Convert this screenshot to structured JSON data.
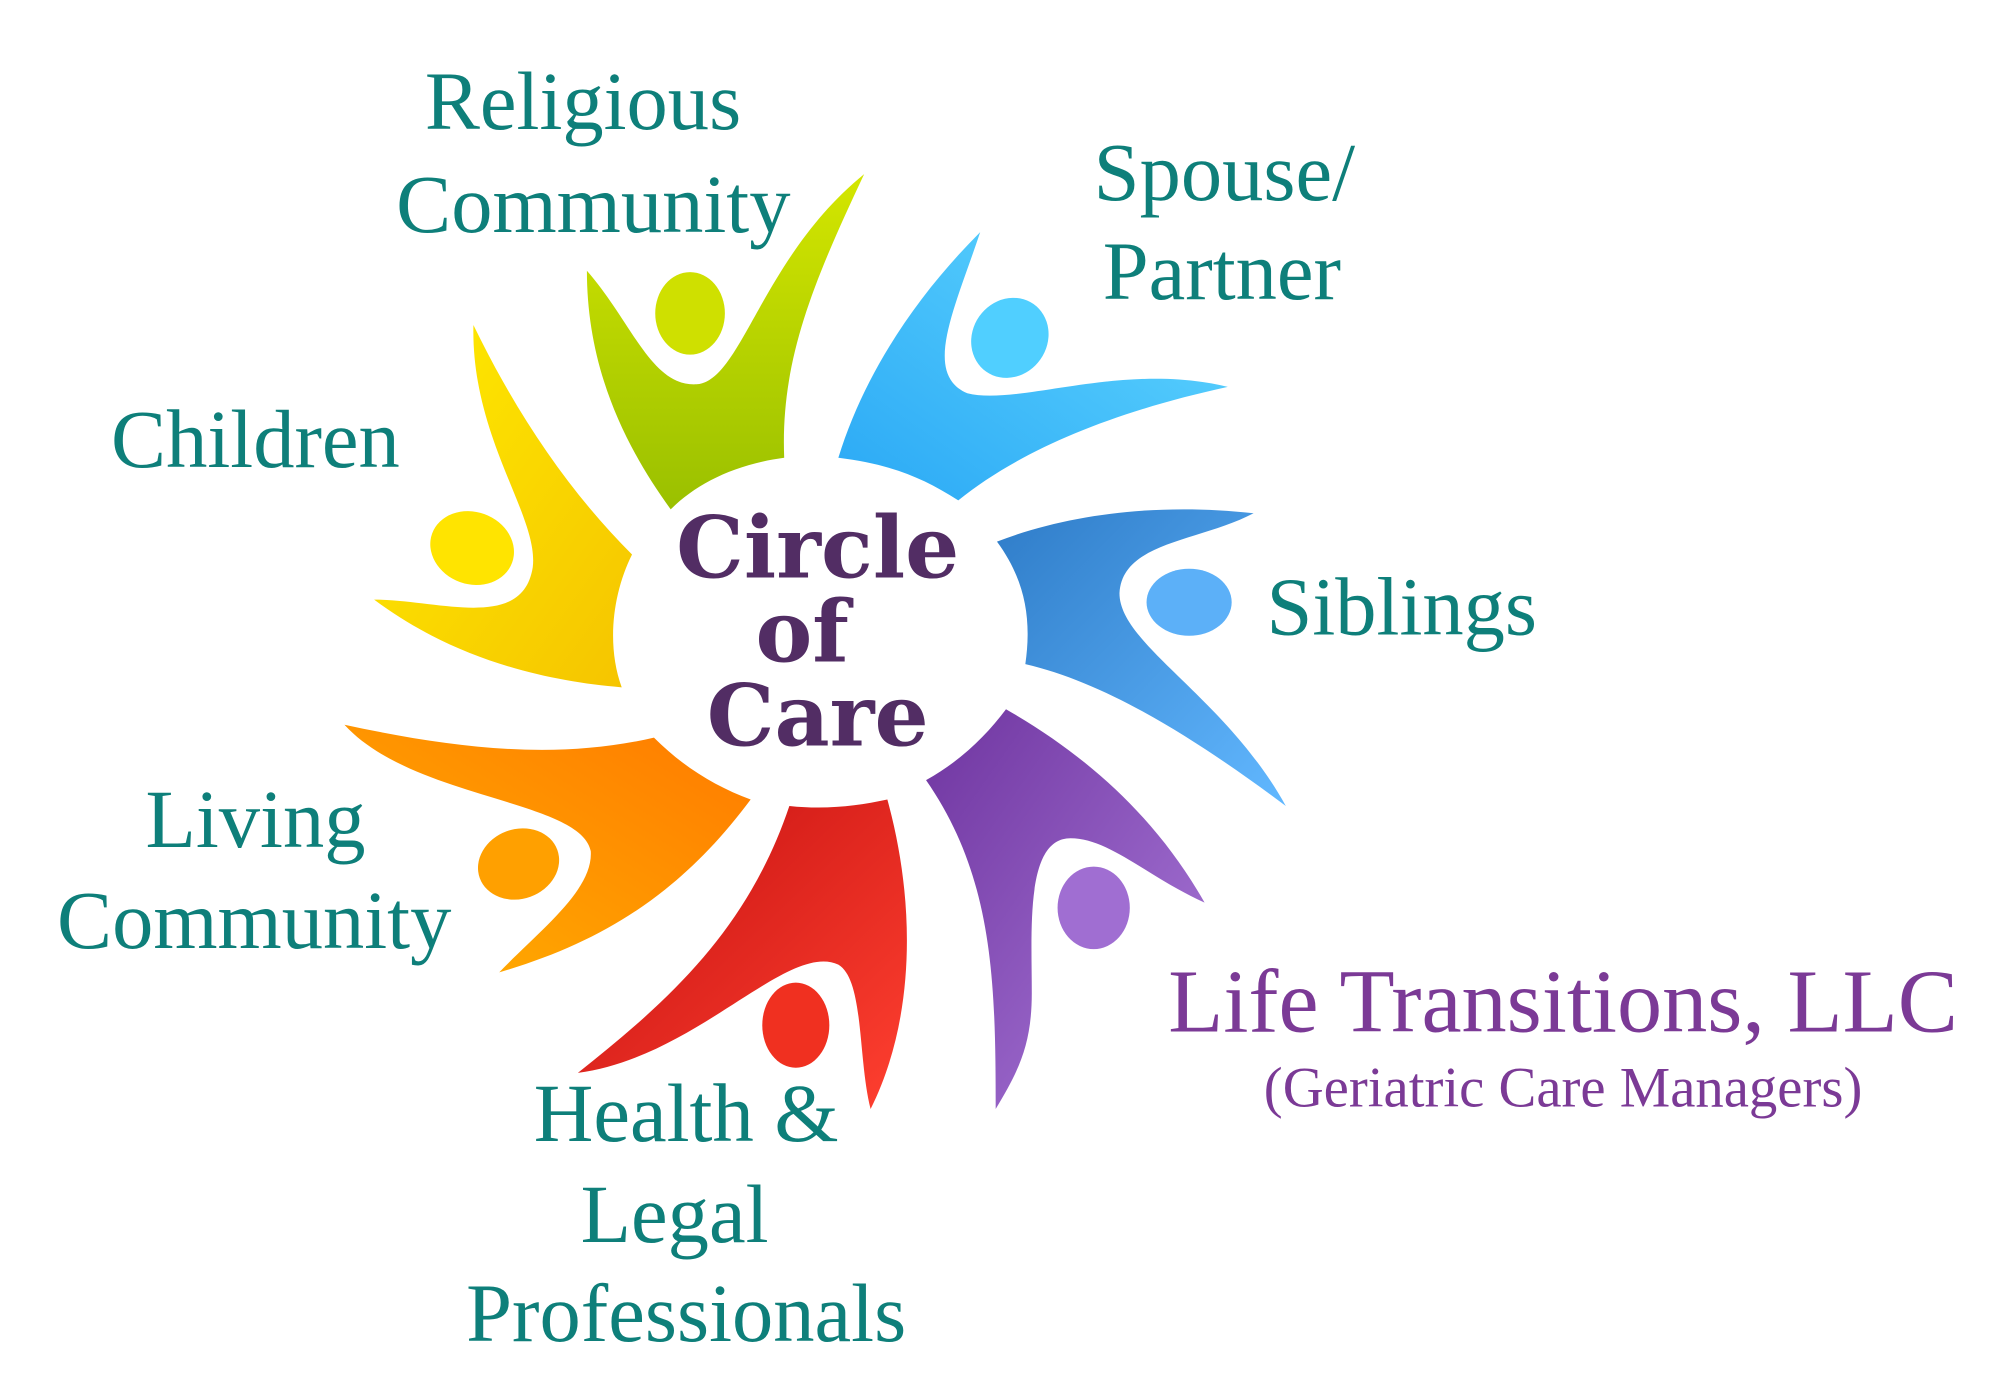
{
  "center": {
    "line1": "Circle",
    "line2": "of",
    "line3": "Care"
  },
  "groups": {
    "religious": {
      "line1": "Religious",
      "line2": "Community",
      "color_from": "#d4e600",
      "color_to": "#9ac000"
    },
    "spouse": {
      "line1": "Spouse/",
      "line2": "Partner",
      "color_from": "#2aa8f5",
      "color_to": "#62d8ff"
    },
    "siblings": {
      "line1": "Siblings",
      "color_from": "#2f7cc8",
      "color_to": "#62b8ff"
    },
    "children": {
      "line1": "Children",
      "color_from": "#ffec00",
      "color_to": "#f5c400"
    },
    "living": {
      "line1": "Living",
      "line2": "Community",
      "color_from": "#ff7a00",
      "color_to": "#ffb000"
    },
    "health": {
      "line1": "Health &",
      "line2": "Legal",
      "line3": "Professionals",
      "color_from": "#c41010",
      "color_to": "#ff4030"
    },
    "company": {
      "line1": "Life Transitions, LLC",
      "line2": "(Geriatric Care Managers)",
      "color_from": "#6f35a0",
      "color_to": "#aa7ada"
    }
  },
  "colors": {
    "label": "#0e7f7a",
    "center_text": "#522d64",
    "company_text": "#7b3a96"
  }
}
